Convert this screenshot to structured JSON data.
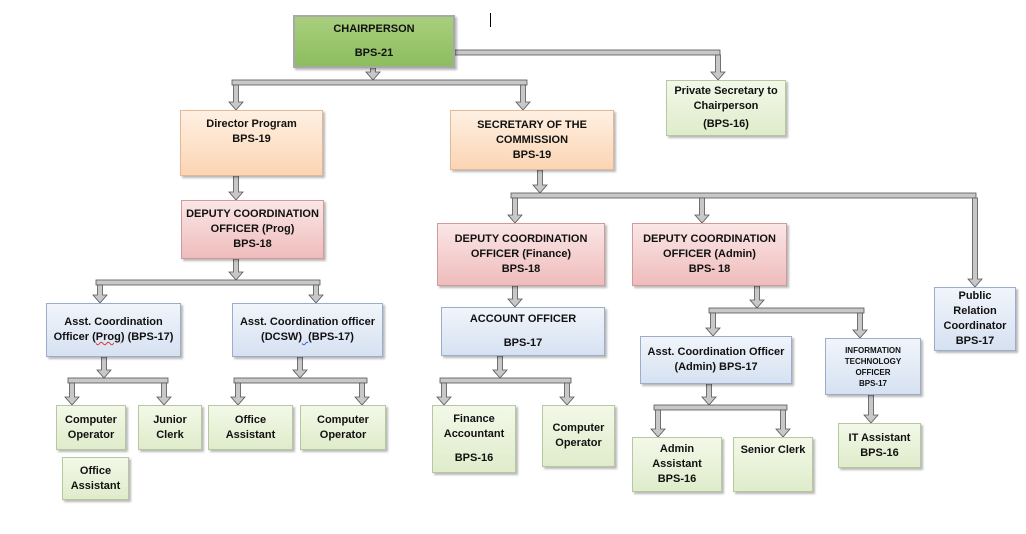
{
  "chairperson": {
    "title": "CHAIRPERSON",
    "grade": "BPS-21"
  },
  "private_secretary": {
    "line1": "Private Secretary to",
    "line2": "Chairperson",
    "grade": "(BPS-16)"
  },
  "director_program": {
    "title": "Director Program",
    "grade": "BPS-19"
  },
  "secretary": {
    "line1": "SECRETARY OF THE",
    "line2": "COMMISSION",
    "grade": "BPS-19"
  },
  "dco_prog": {
    "line1": "DEPUTY COORDINATION",
    "line2": "OFFICER (Prog)",
    "grade": "BPS-18"
  },
  "dco_finance": {
    "line1": "DEPUTY COORDINATION",
    "line2": "OFFICER (Finance)",
    "grade": "BPS-18"
  },
  "dco_admin": {
    "line1": "DEPUTY COORDINATION",
    "line2": "OFFICER (Admin)",
    "grade": "BPS- 18"
  },
  "pr_coordinator": {
    "line1": "Public",
    "line2": "Relation",
    "line3": "Coordinator",
    "grade": "BPS-17"
  },
  "aco_prog": {
    "line1": "Asst. Coordination",
    "line2_pre": "Officer (",
    "line2_word": "Prog",
    "line2_post": ") (BPS-17)"
  },
  "aco_dcsw": {
    "line1": "Asst. Coordination officer",
    "line2_pre": "(DCSW)",
    "line2_gap": "  ",
    "line2_post": "(BPS-17)"
  },
  "account_officer": {
    "title": "ACCOUNT OFFICER",
    "grade": "BPS-17"
  },
  "aco_admin": {
    "line1": "Asst. Coordination Officer",
    "line2": "(Admin) BPS-17"
  },
  "it_officer": {
    "line1": "INFORMATION",
    "line2": "TECHNOLOGY",
    "line3": "OFFICER",
    "grade": "BPS-17"
  },
  "leaves": {
    "computer_operator_1": {
      "line1": "Computer",
      "line2": "Operator"
    },
    "junior_clerk": {
      "line1": "Junior",
      "line2": "Clerk"
    },
    "office_assistant_1": {
      "line1": "Office",
      "line2": "Assistant"
    },
    "office_assistant_2": {
      "line1": "Office",
      "line2": "Assistant"
    },
    "computer_operator_2": {
      "line1": "Computer",
      "line2": "Operator"
    },
    "finance_accountant": {
      "line1": "Finance",
      "line2": "Accountant",
      "grade": "BPS-16"
    },
    "computer_operator_3": {
      "line1": "Computer",
      "line2": "Operator"
    },
    "admin_assistant": {
      "line1": "Admin",
      "line2": "Assistant",
      "grade": "BPS-16"
    },
    "senior_clerk": {
      "title": "Senior Clerk"
    },
    "it_assistant": {
      "title": "IT Assistant",
      "grade": "BPS-16"
    }
  },
  "colors": {
    "connector_fill": "#c8c8c8",
    "connector_stroke": "#555555",
    "chair_fill": "#9bc56a",
    "green_fill": "#e8f1d9",
    "orange_fill": "#fde2cb",
    "red_fill": "#f4d0d0",
    "blue_fill": "#dde6f3"
  }
}
